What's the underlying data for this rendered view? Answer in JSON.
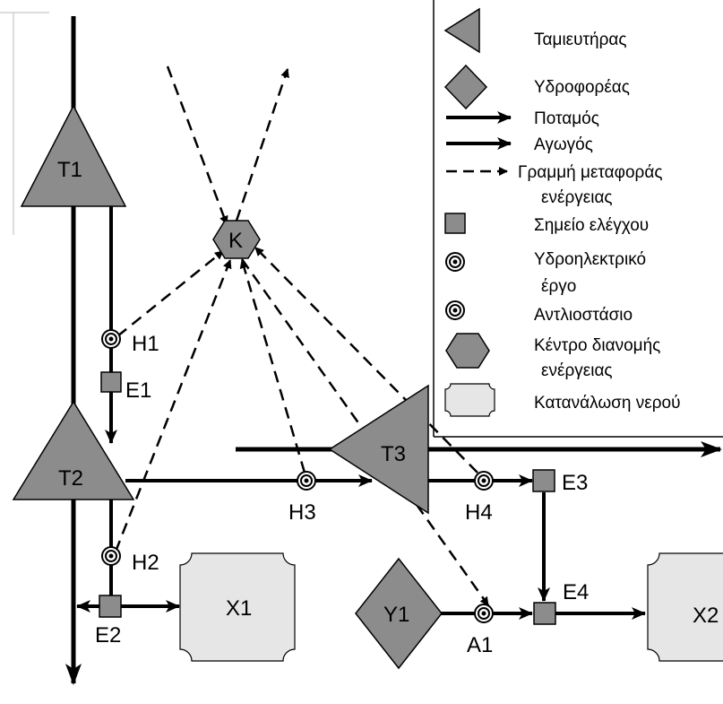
{
  "nodes": {
    "t1": "T1",
    "t2": "T2",
    "t3": "T3",
    "k": "K",
    "h1": "H1",
    "h2": "H2",
    "h3": "H3",
    "h4": "H4",
    "e1": "E1",
    "e2": "E2",
    "e3": "E3",
    "e4": "E4",
    "x1": "X1",
    "x2": "X2",
    "y1": "Y1",
    "a1": "A1"
  },
  "legend": {
    "reservoir": "Ταμιευτήρας",
    "aquifer": "Υδροφορέας",
    "river": "Ποταμός",
    "conduit": "Αγωγός",
    "power_line_1": "Γραμμή μεταφοράς",
    "power_line_2": "ενέργειας",
    "control_point": "Σημείο ελέγχου",
    "hydro_1": "Υδροηλεκτρικό",
    "hydro_2": "έργο",
    "pump": "Αντλιοστάσιο",
    "dist_center_1": "Κέντρο διανομής",
    "dist_center_2": "ενέργειας",
    "consumption": "Κατανάλωση νερού"
  },
  "colors": {
    "shape_fill": "#8c8c8c",
    "consumption_fill": "#e6e6e6",
    "line": "#000000"
  }
}
